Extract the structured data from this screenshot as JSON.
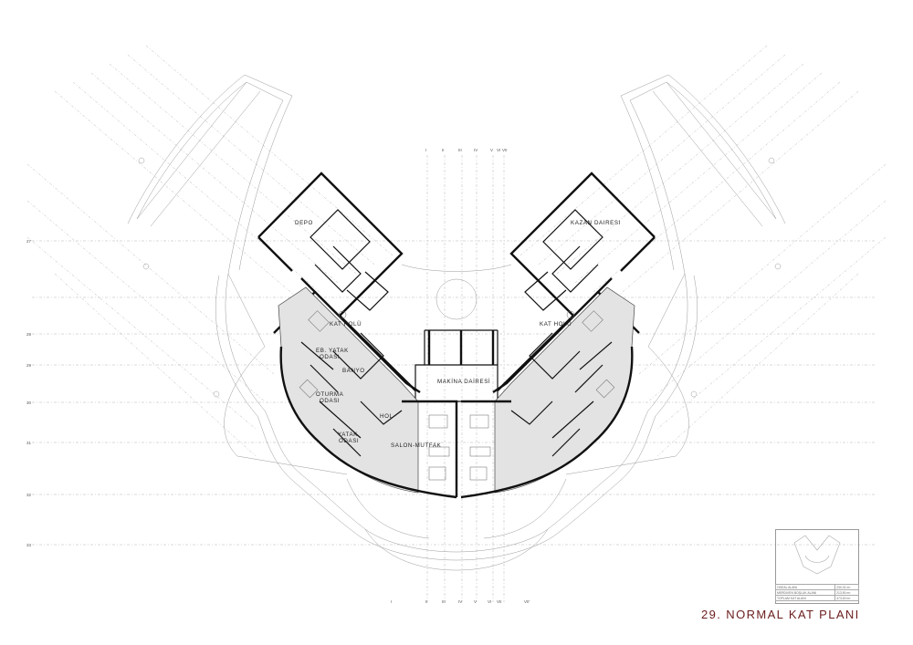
{
  "sheet": {
    "title": "29. NORMAL KAT PLANI"
  },
  "rooms": {
    "depo": "DEPO",
    "kazan_dairesi": "KAZAN DAIRESI",
    "kat_holu_left": "KAT HOLÜ",
    "kat_holu_right": "KAT HOLÜ",
    "makina_dairesi": "MAKİNA DAİRESİ",
    "eb_yatak_line1": "EB. YATAK",
    "eb_yatak_line2": "ODASI",
    "banyo": "BANYO",
    "oturma_line1": "OTURMA",
    "oturma_line2": "ODASI",
    "hol": "HOL",
    "yatak_line1": "YATAK",
    "yatak_line2": "ODASI",
    "salon_mutfak": "SALON-MUTFAK"
  },
  "grid_top": [
    "I",
    "II",
    "III",
    "IV",
    "V",
    "VI",
    "VII"
  ],
  "grid_bottom": [
    "I",
    "II",
    "III",
    "IV",
    "V",
    "VI",
    "VII",
    "VII'"
  ],
  "grid_left": [
    "27",
    "28",
    "29",
    "30",
    "31",
    "32",
    "33"
  ],
  "area_table": [
    {
      "label": "ODEAL ALANI",
      "value": "230,31 m²"
    },
    {
      "label": "MERDIVEN BOŞLUK ALANI",
      "value": "213,90 m²"
    },
    {
      "label": "TOPLAM KAT ALANI",
      "value": "473,00 m²"
    }
  ]
}
